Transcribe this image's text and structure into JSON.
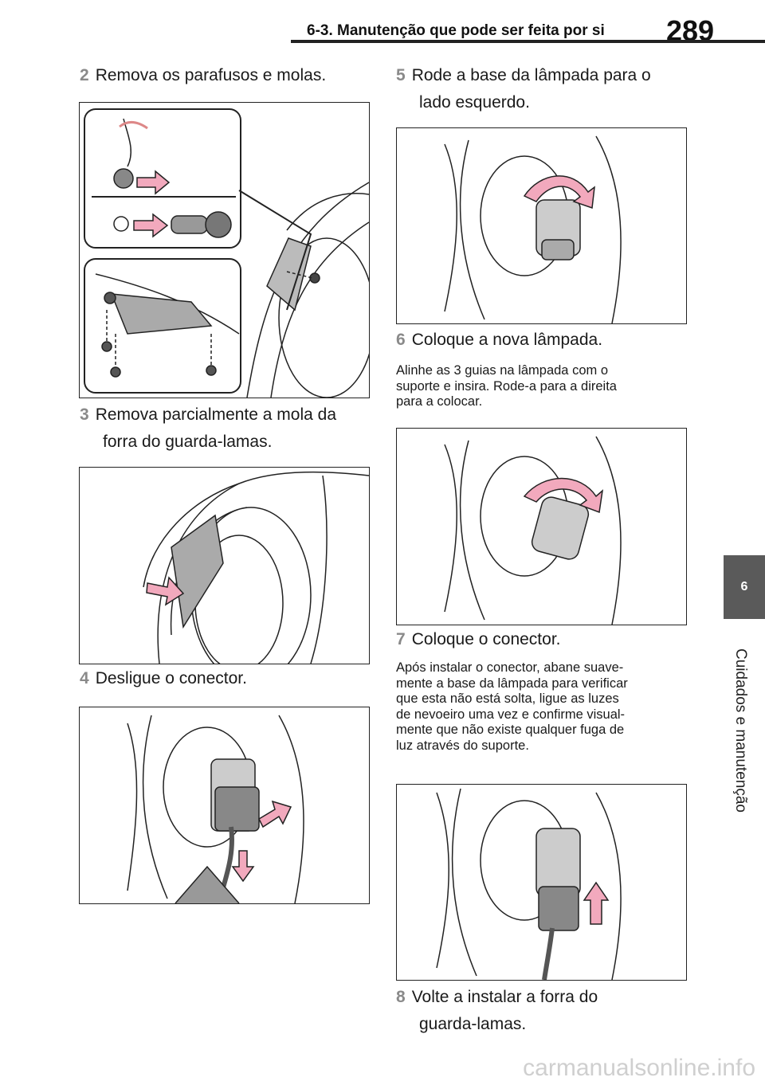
{
  "header": {
    "section_title": "6-3. Manutenção que pode ser feita por si",
    "page_number": "289"
  },
  "side_tab": {
    "chapter_number": "6",
    "chapter_label": "Cuidados e manutenção"
  },
  "steps": [
    {
      "number": "2",
      "line1": "Remova os parafusos e molas.",
      "line2": ""
    },
    {
      "number": "3",
      "line1": "Remova parcialmente a mola da",
      "line2": "forra do guarda-lamas."
    },
    {
      "number": "4",
      "line1": "Desligue o conector.",
      "line2": ""
    },
    {
      "number": "5",
      "line1": "Rode a base da lâmpada para o",
      "line2": "lado esquerdo."
    },
    {
      "number": "6",
      "line1": "Coloque a nova lâmpada.",
      "line2": ""
    },
    {
      "number": "7",
      "line1": "Coloque o conector.",
      "line2": ""
    },
    {
      "number": "8",
      "line1": "Volte a instalar a forra do",
      "line2": "guarda-lamas."
    }
  ],
  "notes": {
    "step6": [
      "Alinhe as 3 guias na lâmpada com o",
      "suporte e insira. Rode-a para a direita",
      "para a colocar."
    ],
    "step7": [
      "Após instalar o conector, abane suave-",
      "mente a base da lâmpada para verificar",
      "que esta não está solta, ligue as luzes",
      "de nevoeiro uma vez e confirme visual-",
      "mente que não existe qualquer fuga de",
      "luz através do suporte."
    ]
  },
  "colors": {
    "arrow_pink": "#f2a9bd",
    "side_tab_bg": "#5a5a5a",
    "step_number": "#8a8a8a"
  },
  "watermark": "carmanualsonline.info"
}
